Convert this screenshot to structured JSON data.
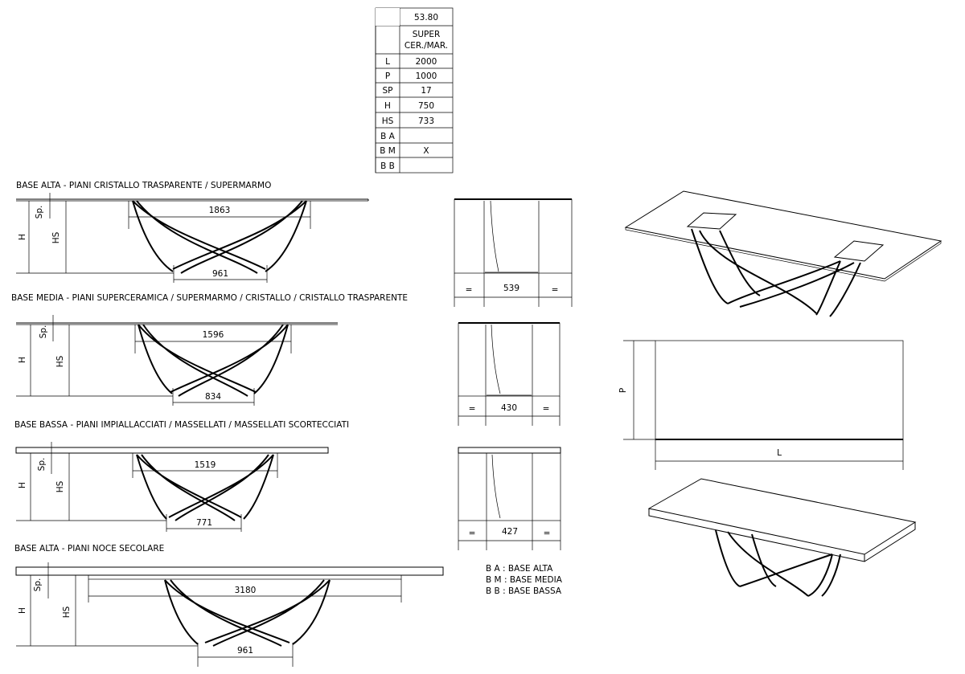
{
  "spec_table": {
    "model": "53.80",
    "header": "SUPER CER./MAR.",
    "header_line1": "SUPER",
    "header_line2": "CER./MAR.",
    "rows": [
      {
        "key": "L",
        "value": "2000"
      },
      {
        "key": "P",
        "value": "1000"
      },
      {
        "key": "SP",
        "value": "17"
      },
      {
        "key": "H",
        "value": "750"
      },
      {
        "key": "HS",
        "value": "733"
      },
      {
        "key": "B A",
        "value": ""
      },
      {
        "key": "B M",
        "value": "X"
      },
      {
        "key": "B B",
        "value": ""
      }
    ]
  },
  "side_views": [
    {
      "title": "BASE ALTA - PIANI CRISTALLO TRASPARENTE / SUPERMARMO",
      "top_dim": "1863",
      "bottom_dim": "961"
    },
    {
      "title": "BASE MEDIA - PIANI SUPERCERAMICA / SUPERMARMO / CRISTALLO / CRISTALLO TRASPARENTE",
      "top_dim": "1596",
      "bottom_dim": "834"
    },
    {
      "title": "BASE BASSA - PIANI IMPIALLACCIATI / MASSELLATI / MASSELLATI SCORTECCIATI",
      "top_dim": "1519",
      "bottom_dim": "771"
    },
    {
      "title": "BASE ALTA - PIANI NOCE SECOLARE",
      "top_dim": "3180",
      "bottom_dim": "961"
    }
  ],
  "dimension_labels": {
    "h": "H",
    "hs": "HS",
    "sp": "Sp."
  },
  "end_views": [
    {
      "width_dim": "539",
      "equal": "="
    },
    {
      "width_dim": "430",
      "equal": "="
    },
    {
      "width_dim": "427",
      "equal": "="
    }
  ],
  "legend": [
    "B A : BASE ALTA",
    "B M : BASE MEDIA",
    "B B : BASE BASSA"
  ],
  "plan_view": {
    "length_label": "L",
    "depth_label": "P"
  }
}
